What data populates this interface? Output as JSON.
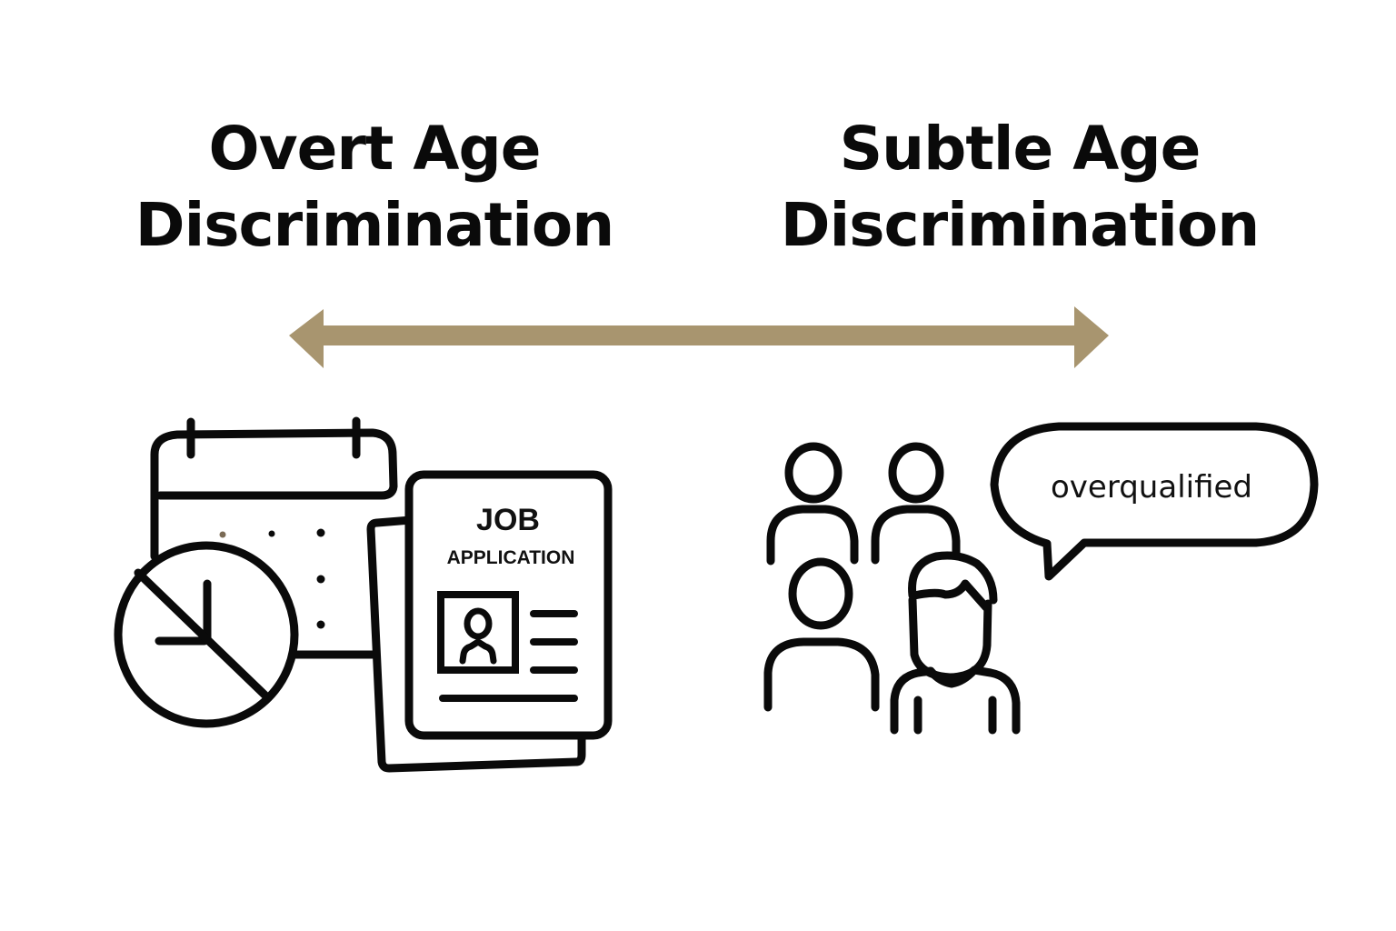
{
  "left_panel": {
    "title_line1": "Overt Age",
    "title_line2": "Discrimination",
    "icons": [
      "calendar-icon",
      "clock-crossed-icon",
      "job-application-icon"
    ],
    "document": {
      "title": "JOB",
      "subtitle": "APPLICATION"
    }
  },
  "right_panel": {
    "title_line1": "Subtle Age",
    "title_line2": "Discrimination",
    "icons": [
      "people-group-icon",
      "speech-bubble-icon"
    ],
    "speech_bubble": {
      "text": "overqualified"
    }
  },
  "connector": {
    "type": "double-headed-arrow",
    "color": "#a8956f"
  },
  "colors": {
    "background": "#ffffff",
    "stroke": "#0a0a0a",
    "accent": "#a8956f"
  }
}
